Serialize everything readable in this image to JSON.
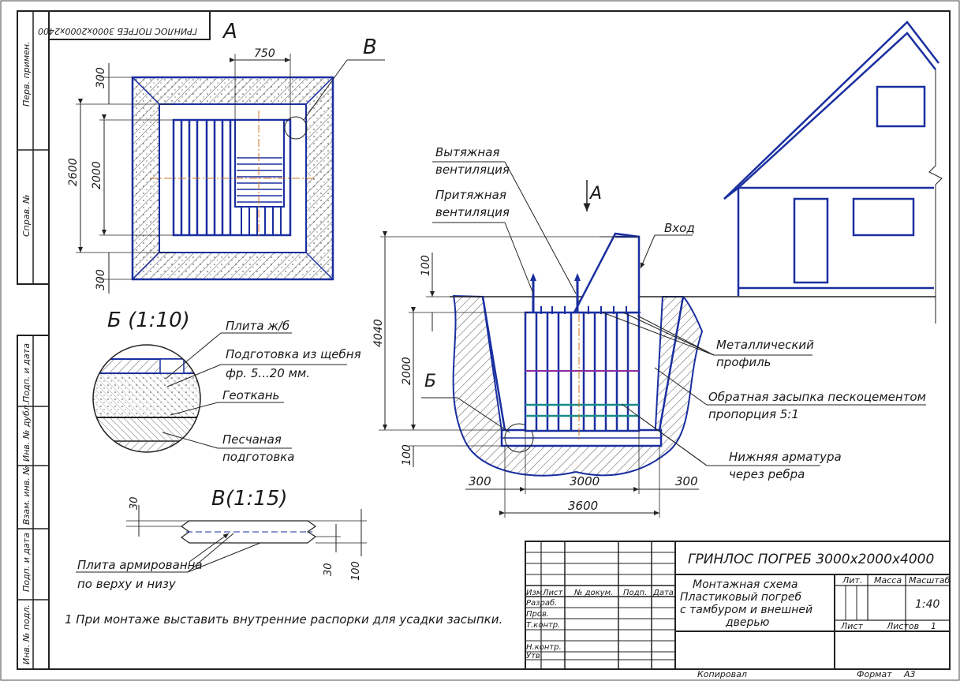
{
  "stamp_top": "ГРИНЛОС ПОГРЕБ 3000х2000х2400",
  "side_stamp": [
    "Перв. примен.",
    "Справ. №",
    "Подп. и дата",
    "Инв. № дубл.",
    "Взам. инв. №",
    "Подп. и дата",
    "Инв. № подл."
  ],
  "plan": {
    "view_label": "А",
    "callout_label": "В",
    "dim_750": "750",
    "dim_2600": "2600",
    "dim_2000": "2000",
    "dim_300_top": "300",
    "dim_300_bottom": "300"
  },
  "detail_b": {
    "title": "Б (1:10)",
    "labels": [
      "Плита ж/б",
      "Подготовка из щебня",
      "фр. 5...20 мм.",
      "Геоткань",
      "Песчаная",
      "подготовка"
    ]
  },
  "detail_v": {
    "title": "В(1:15)",
    "dim_30a": "30",
    "dim_30b": "30",
    "dim_100": "100",
    "labels": [
      "Плита армированна",
      "по верху и низу"
    ]
  },
  "section": {
    "labels": {
      "exhaust_1": "Вытяжная",
      "exhaust_2": "вентиляция",
      "supply_1": "Притяжная",
      "supply_2": "вентиляция",
      "arrow_a": "А",
      "entrance": "Вход",
      "metal_1": "Металлический",
      "metal_2": "профиль",
      "backfill_1": "Обратная засыпка пескоцементом",
      "backfill_2": "пропорция 5:1",
      "rebar_1": "Нижняя арматура",
      "rebar_2": "через ребра",
      "b_mark": "Б"
    },
    "dims": {
      "d100_top": "100",
      "d4040": "4040",
      "d2000": "2000",
      "d100_bottom": "100",
      "d300_left": "300",
      "d3000": "3000",
      "d300_right": "300",
      "d3600": "3600"
    }
  },
  "note": "1  При монтаже выставить внутренние распорки для усадки засыпки.",
  "title_block": {
    "title": "ГРИНЛОС ПОГРЕБ 3000х2000х4000",
    "desc": [
      "Монтажная схема",
      "Пластиковый погреб",
      "с тамбуром и внешней",
      "дверью"
    ],
    "col_headers": [
      "Изм",
      "Лист",
      "№ докум.",
      "Подп.",
      "Дата"
    ],
    "rows": [
      "Разраб.",
      "Пров.",
      "Т.контр.",
      "Н.контр.",
      "Утв."
    ],
    "lit": "Лит.",
    "mass": "Масса",
    "scale_hdr": "Масштаб",
    "scale": "1:40",
    "sheet": "Лист",
    "sheets": "Листов",
    "sheets_val": "1",
    "copied": "Копировал",
    "format": "Формат",
    "format_val": "А3"
  }
}
